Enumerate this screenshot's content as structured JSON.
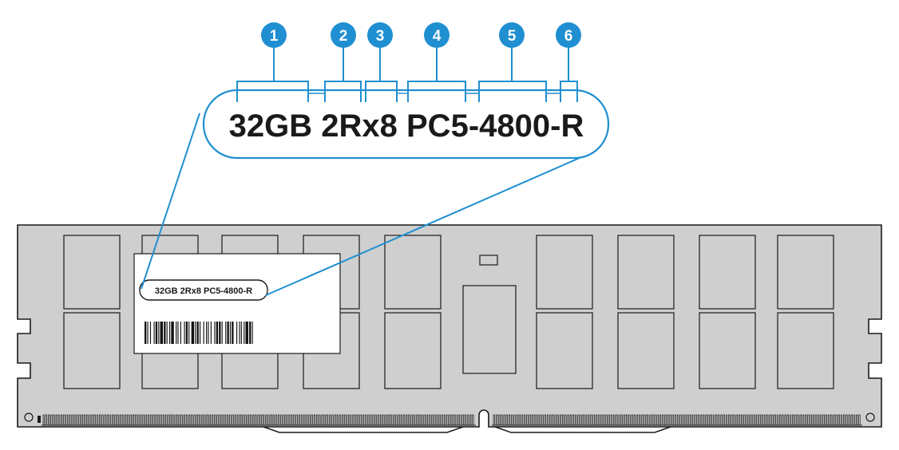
{
  "label": {
    "full_text": "32GB 2Rx8 PC5-4800-R",
    "segments": [
      {
        "number": "1",
        "text": "32GB"
      },
      {
        "number": "2",
        "text": "2R"
      },
      {
        "number": "3",
        "text": "x8"
      },
      {
        "number": "4",
        "text": "PC5"
      },
      {
        "number": "5",
        "text": "4800"
      },
      {
        "number": "6",
        "text": "R"
      }
    ]
  },
  "module_label": {
    "text": "32GB 2Rx8 PC5-4800-R",
    "has_barcode": true
  },
  "colors": {
    "accent": "#1f8fd1",
    "module_fill": "#cfcfcf",
    "outline": "#1a1a1a"
  },
  "icons": [
    "callout-number-badge",
    "barcode"
  ]
}
